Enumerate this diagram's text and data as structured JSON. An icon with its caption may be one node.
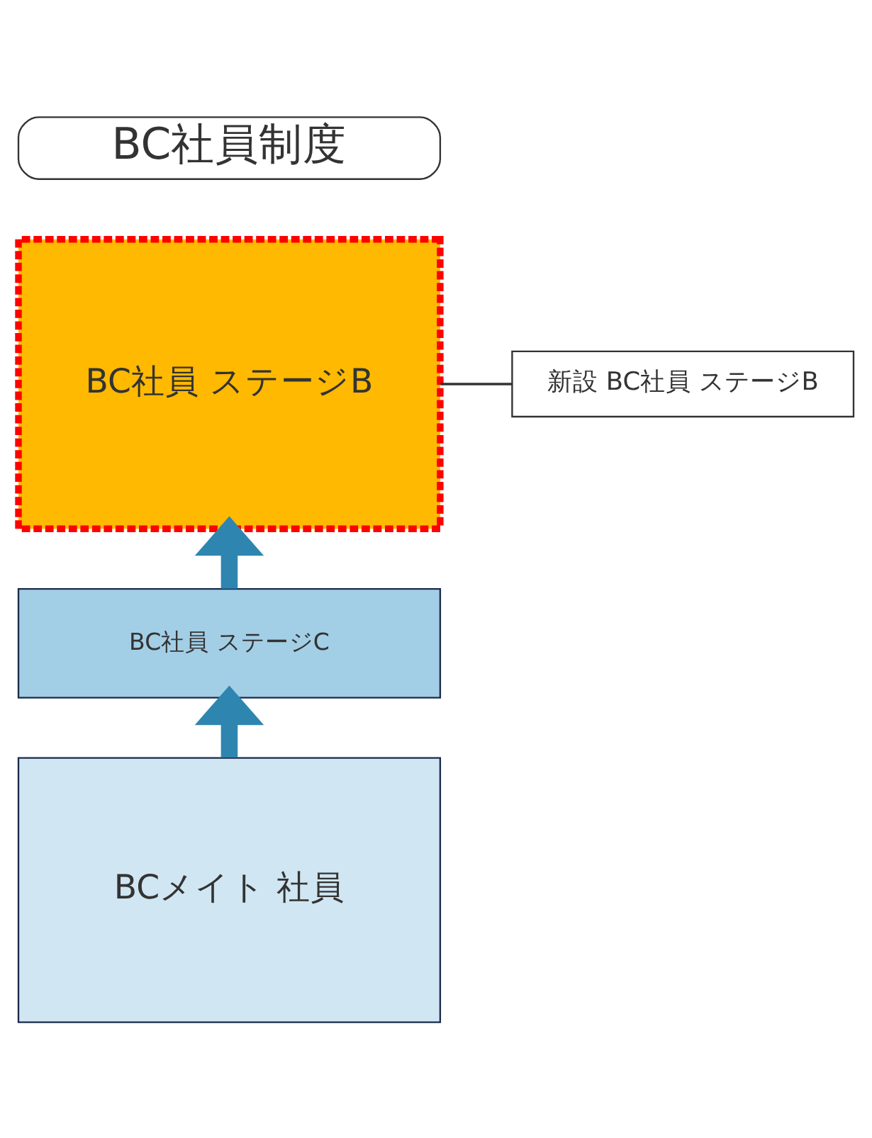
{
  "diagram": {
    "nodes": [
      {
        "text": [
          "BC社員制度"
        ]
      },
      {
        "text": [
          "BC社員 ステージB"
        ]
      },
      {
        "text": [
          "新設 BC社員 ステージB"
        ]
      },
      {
        "text": [
          "BC社員 ステージC"
        ]
      },
      {
        "text": [
          "BCメイト 社員"
        ]
      }
    ],
    "edges": [
      {
        "from": 2,
        "to": 1,
        "arrow": "none",
        "color": "#333333"
      },
      {
        "from": 3,
        "to": 1,
        "arrow": "to"
      },
      {
        "from": 4,
        "to": 3,
        "arrow": "to"
      }
    ]
  }
}
